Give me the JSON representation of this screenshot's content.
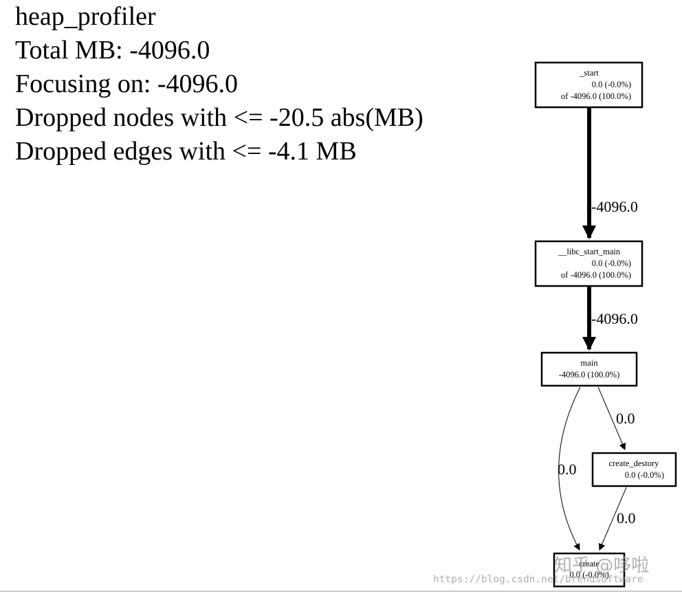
{
  "header": {
    "title": "heap_profiler",
    "total": "Total MB: -4096.0",
    "focus": "Focusing on: -4096.0",
    "dropped_nodes": "Dropped nodes with <= -20.5 abs(MB)",
    "dropped_edges": "Dropped edges with <= -4.1 MB"
  },
  "nodes": {
    "start": {
      "name": "_start",
      "flat": "0.0 (-0.0%)",
      "cum": "of -4096.0 (100.0%)"
    },
    "libc_start_main": {
      "name": "__libc_start_main",
      "flat": "0.0 (-0.0%)",
      "cum": "of -4096.0 (100.0%)"
    },
    "main": {
      "name": "main",
      "flat": "-4096.0 (100.0%)"
    },
    "create_destory": {
      "name": "create_destory",
      "flat": "0.0 (-0.0%)"
    },
    "create": {
      "name": "create",
      "flat": "0.0 (-0.0%)"
    }
  },
  "edges": {
    "start_to_libc": "-4096.0",
    "libc_to_main": "-4096.0",
    "main_to_create_destory": "0.0",
    "main_to_create": "0.0",
    "create_destory_to_create": "0.0"
  },
  "watermark": {
    "logo": "知乎 @哆啦",
    "url": "https://blog.csdn.net/brendsoftware"
  }
}
